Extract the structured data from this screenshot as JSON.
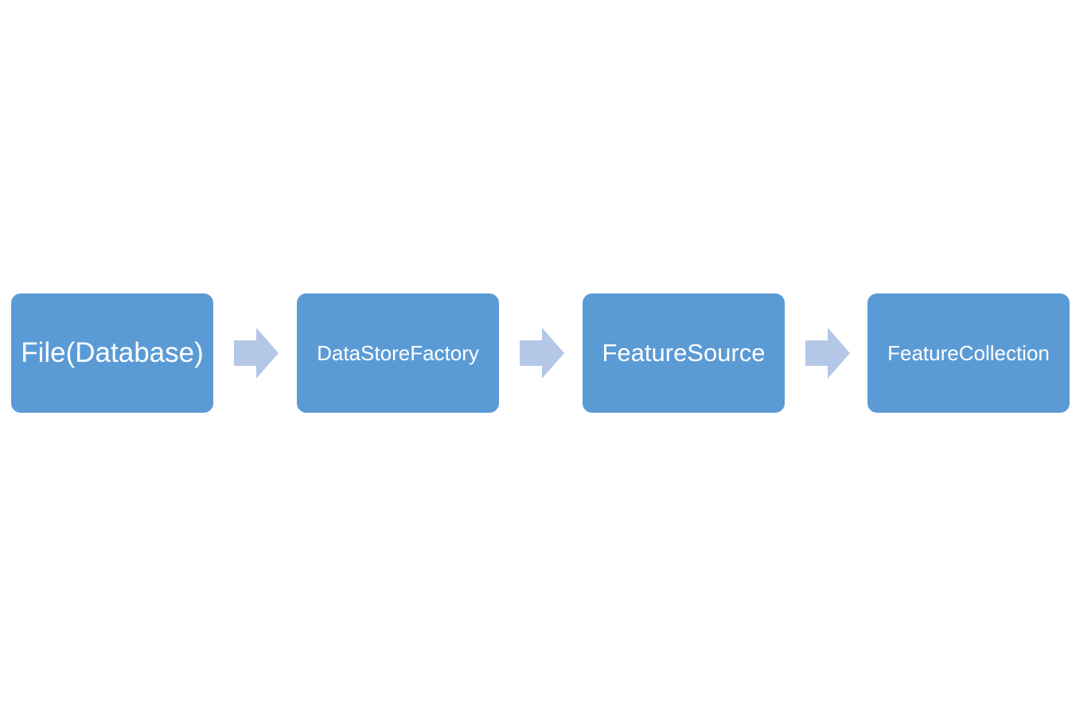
{
  "diagram": {
    "nodes": [
      {
        "label": "File(Database)"
      },
      {
        "label": "DataStoreFactory"
      },
      {
        "label": "FeatureSource"
      },
      {
        "label": "FeatureCollection"
      }
    ],
    "arrow_icon": "right-block-arrow-icon",
    "colors": {
      "node_fill": "#5b9bd5",
      "node_text": "#ffffff",
      "arrow_fill": "#b4c7e7",
      "background": "#ffffff"
    }
  }
}
